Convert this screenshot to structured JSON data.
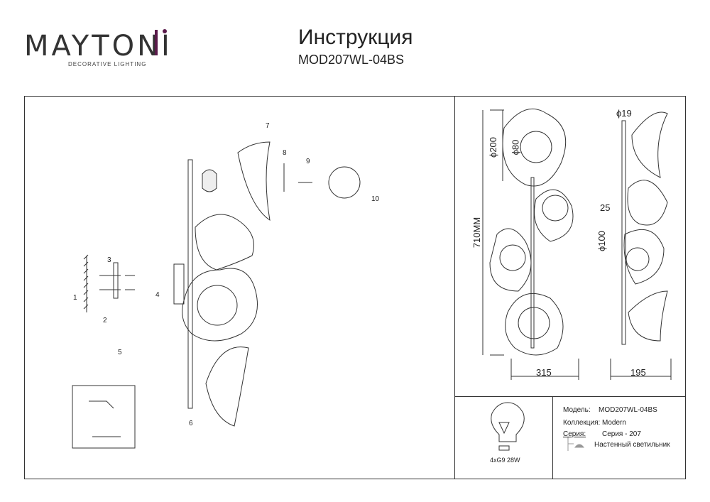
{
  "brand": {
    "name": "MAYTONI",
    "tagline": "DECORATIVE LIGHTING",
    "accent": "#5a1a4a"
  },
  "header": {
    "title": "Инструкция",
    "model": "MOD207WL-04BS"
  },
  "assembly": {
    "steps": [
      "1",
      "2",
      "3",
      "4",
      "5",
      "6",
      "7",
      "8",
      "9",
      "10"
    ]
  },
  "dimensions": {
    "height": "710MM",
    "shade_diameter": "ϕ200",
    "inner_diameter": "ϕ80",
    "base_diameter": "ϕ100",
    "base_depth": "25",
    "rod_diameter": "ϕ19",
    "width": "315",
    "depth": "195"
  },
  "lamp": {
    "spec": "4xG9 28W"
  },
  "info": {
    "model_label": "Модель:",
    "model_value": "MOD207WL-04BS",
    "collection_label": "Коллекция:",
    "collection_value": "Modern",
    "series_label": "Серия:",
    "series_value": "Серия - 207",
    "type": "Настенный светильник"
  }
}
